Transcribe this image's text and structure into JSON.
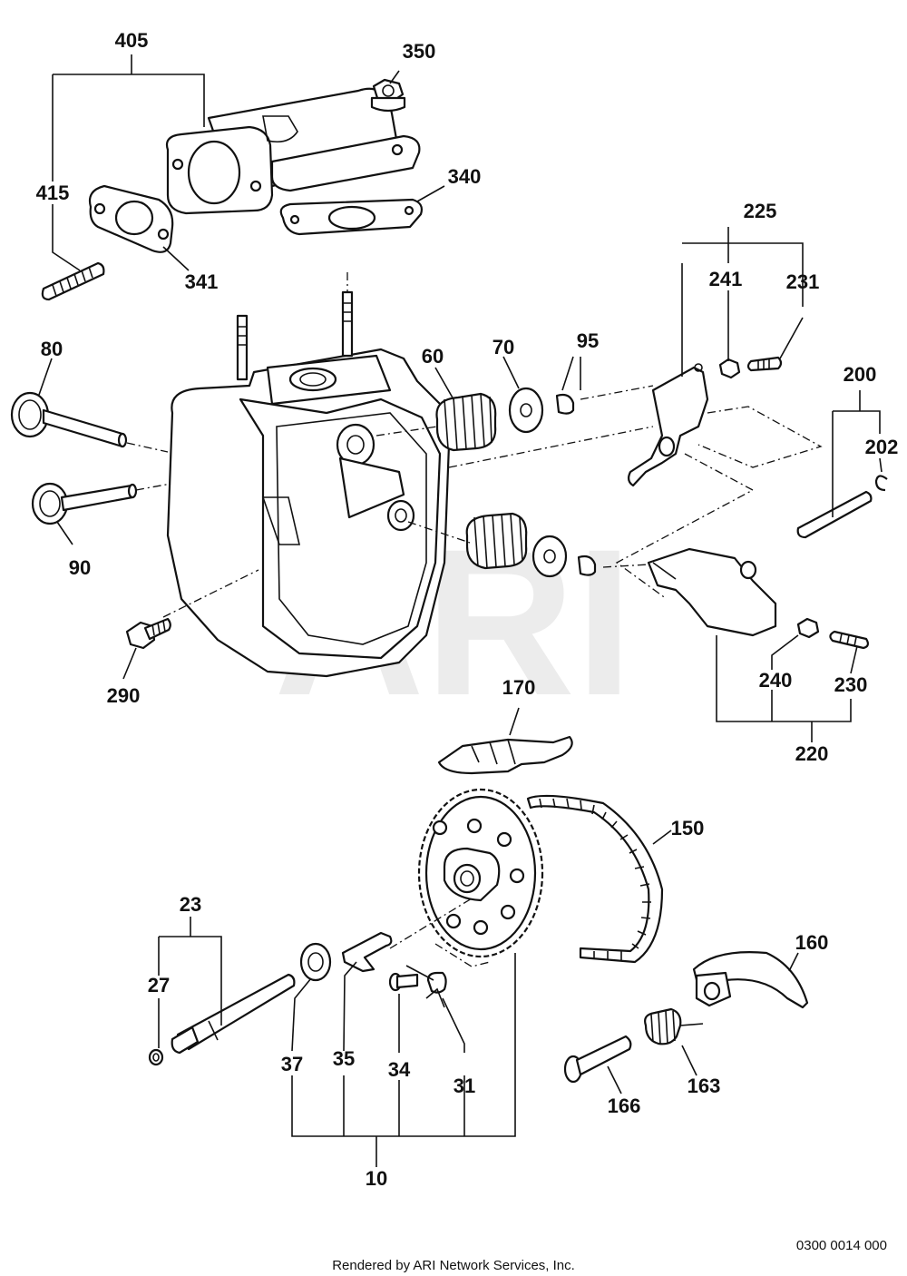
{
  "watermark": "ARI",
  "footer": {
    "diagram_code": "0300 0014 000",
    "render_credit": "Rendered by ARI Network Services, Inc."
  },
  "callouts": {
    "c405": "405",
    "c350": "350",
    "c415": "415",
    "c340": "340",
    "c341": "341",
    "c225": "225",
    "c241": "241",
    "c231": "231",
    "c80": "80",
    "c60": "60",
    "c70": "70",
    "c95": "95",
    "c200": "200",
    "c202": "202",
    "c90": "90",
    "c290": "290",
    "c240": "240",
    "c230": "230",
    "c220": "220",
    "c170": "170",
    "c150": "150",
    "c23": "23",
    "c27": "27",
    "c37": "37",
    "c35": "35",
    "c34": "34",
    "c31": "31",
    "c10": "10",
    "c160": "160",
    "c166": "166",
    "c163": "163"
  }
}
